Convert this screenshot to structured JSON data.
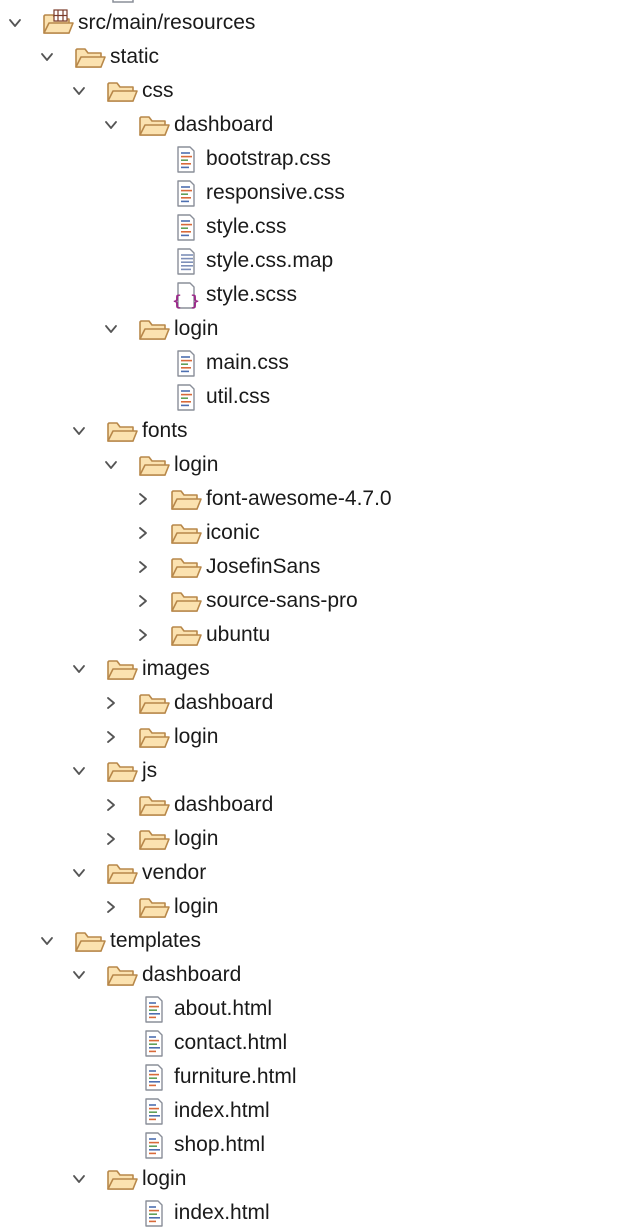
{
  "tree": [
    {
      "id": "src-main-resources",
      "label": "src/main/resources",
      "depth": 0,
      "type": "package-folder",
      "expanded": true
    },
    {
      "id": "static",
      "label": "static",
      "depth": 1,
      "type": "folder",
      "expanded": true
    },
    {
      "id": "css",
      "label": "css",
      "depth": 2,
      "type": "folder",
      "expanded": true
    },
    {
      "id": "css-dashboard",
      "label": "dashboard",
      "depth": 3,
      "type": "folder",
      "expanded": true
    },
    {
      "id": "bootstrap-css",
      "label": "bootstrap.css",
      "depth": 4,
      "type": "file-css"
    },
    {
      "id": "responsive-css",
      "label": "responsive.css",
      "depth": 4,
      "type": "file-css"
    },
    {
      "id": "style-css",
      "label": "style.css",
      "depth": 4,
      "type": "file-css"
    },
    {
      "id": "style-css-map",
      "label": "style.css.map",
      "depth": 4,
      "type": "file-text"
    },
    {
      "id": "style-scss",
      "label": "style.scss",
      "depth": 4,
      "type": "file-scss"
    },
    {
      "id": "css-login",
      "label": "login",
      "depth": 3,
      "type": "folder",
      "expanded": true
    },
    {
      "id": "main-css",
      "label": "main.css",
      "depth": 4,
      "type": "file-css"
    },
    {
      "id": "util-css",
      "label": "util.css",
      "depth": 4,
      "type": "file-css"
    },
    {
      "id": "fonts",
      "label": "fonts",
      "depth": 2,
      "type": "folder",
      "expanded": true
    },
    {
      "id": "fonts-login",
      "label": "login",
      "depth": 3,
      "type": "folder",
      "expanded": true
    },
    {
      "id": "font-awesome",
      "label": "font-awesome-4.7.0",
      "depth": 4,
      "type": "folder",
      "expanded": false
    },
    {
      "id": "iconic",
      "label": "iconic",
      "depth": 4,
      "type": "folder",
      "expanded": false
    },
    {
      "id": "josefinsans",
      "label": "JosefinSans",
      "depth": 4,
      "type": "folder",
      "expanded": false
    },
    {
      "id": "source-sans-pro",
      "label": "source-sans-pro",
      "depth": 4,
      "type": "folder",
      "expanded": false
    },
    {
      "id": "ubuntu",
      "label": "ubuntu",
      "depth": 4,
      "type": "folder",
      "expanded": false
    },
    {
      "id": "images",
      "label": "images",
      "depth": 2,
      "type": "folder",
      "expanded": true
    },
    {
      "id": "images-dashboard",
      "label": "dashboard",
      "depth": 3,
      "type": "folder",
      "expanded": false
    },
    {
      "id": "images-login",
      "label": "login",
      "depth": 3,
      "type": "folder",
      "expanded": false
    },
    {
      "id": "js",
      "label": "js",
      "depth": 2,
      "type": "folder",
      "expanded": true
    },
    {
      "id": "js-dashboard",
      "label": "dashboard",
      "depth": 3,
      "type": "folder",
      "expanded": false
    },
    {
      "id": "js-login",
      "label": "login",
      "depth": 3,
      "type": "folder",
      "expanded": false
    },
    {
      "id": "vendor",
      "label": "vendor",
      "depth": 2,
      "type": "folder",
      "expanded": true
    },
    {
      "id": "vendor-login",
      "label": "login",
      "depth": 3,
      "type": "folder",
      "expanded": false
    },
    {
      "id": "templates",
      "label": "templates",
      "depth": 1,
      "type": "folder",
      "expanded": true
    },
    {
      "id": "templates-dashboard",
      "label": "dashboard",
      "depth": 2,
      "type": "folder",
      "expanded": true
    },
    {
      "id": "about-html",
      "label": "about.html",
      "depth": 3,
      "type": "file-html"
    },
    {
      "id": "contact-html",
      "label": "contact.html",
      "depth": 3,
      "type": "file-html"
    },
    {
      "id": "furniture-html",
      "label": "furniture.html",
      "depth": 3,
      "type": "file-html"
    },
    {
      "id": "dashboard-index-html",
      "label": "index.html",
      "depth": 3,
      "type": "file-html"
    },
    {
      "id": "shop-html",
      "label": "shop.html",
      "depth": 3,
      "type": "file-html"
    },
    {
      "id": "templates-login",
      "label": "login",
      "depth": 2,
      "type": "folder",
      "expanded": true
    },
    {
      "id": "login-index-html",
      "label": "index.html",
      "depth": 3,
      "type": "file-html"
    }
  ],
  "colors": {
    "folder_fill": "#fbe2b0",
    "folder_stroke": "#b8884a",
    "chevron": "#555555",
    "file_stroke": "#8a8f99",
    "scss_brace": "#9b2b8a"
  }
}
